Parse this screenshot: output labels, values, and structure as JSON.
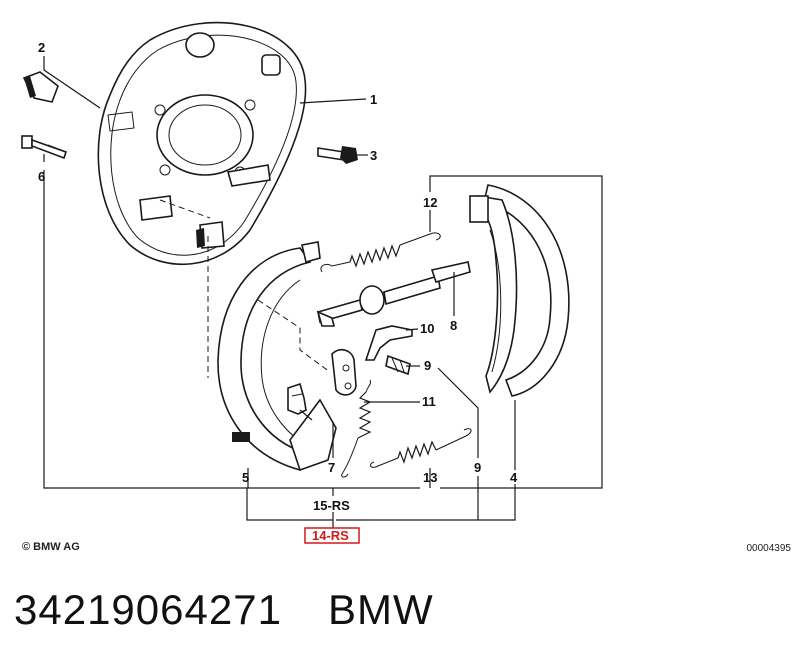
{
  "callouts": {
    "c1": "1",
    "c2": "2",
    "c3": "3",
    "c4": "4",
    "c5": "5",
    "c6": "6",
    "c7": "7",
    "c8": "8",
    "c9a": "9",
    "c9b": "9",
    "c10": "10",
    "c11": "11",
    "c12": "12",
    "c13": "13",
    "c15": "15-RS",
    "c14": "14-RS"
  },
  "highlight_color": "#d01a1a",
  "footer": {
    "copyright": "© BMW AG",
    "drawing_number": "00004395"
  },
  "caption": {
    "part_number": "34219064271",
    "brand": "BMW"
  }
}
